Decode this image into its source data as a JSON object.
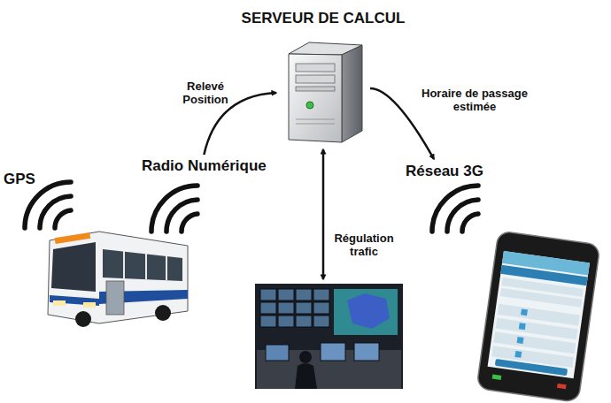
{
  "diagram": {
    "nodes": [
      {
        "text": [
          "SERVEUR DE CALCUL"
        ]
      },
      {
        "text": [
          "Radio Numérique"
        ]
      },
      {
        "text": [
          "Réseau 3G"
        ]
      },
      {
        "text": []
      }
    ],
    "edges": [
      {
        "from": 1,
        "to": 0,
        "label": "Relevé Position",
        "arrow": "to"
      },
      {
        "from": 0,
        "to": 2,
        "label": "Horaire de passage estimée",
        "arrow": "to"
      },
      {
        "from": 0,
        "to": 3,
        "label": "Régulation trafic",
        "arrow": "both"
      }
    ],
    "labels": [
      "GPS"
    ]
  }
}
